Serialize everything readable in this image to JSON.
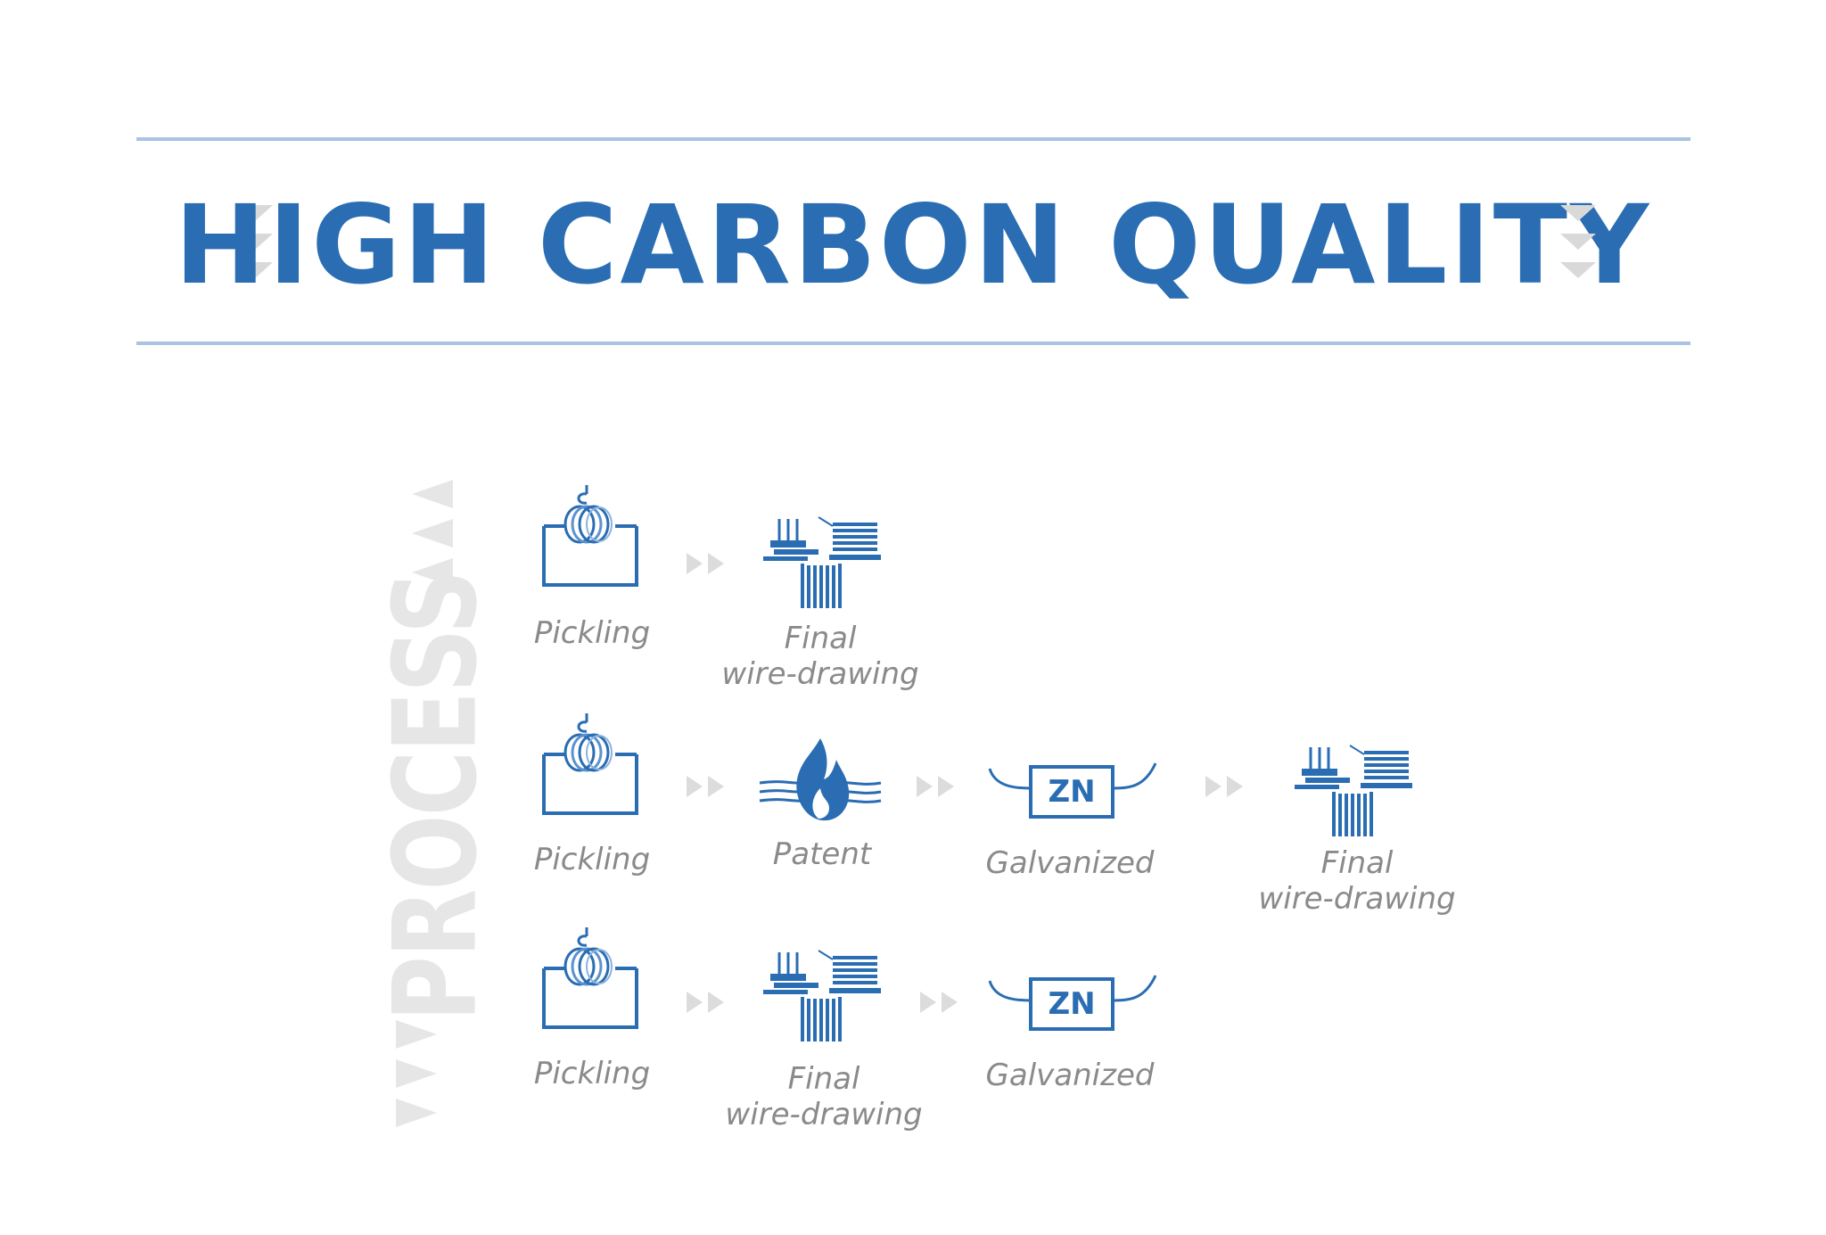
{
  "title": "HIGH CARBON QUALITY",
  "side_label": "PROCESS",
  "colors": {
    "accent": "#2a6db2",
    "rule": "#a9c3e3",
    "label": "#8a8a8a",
    "arrow": "#d9d9d9"
  },
  "rows": [
    {
      "steps": [
        {
          "icon": "pickling-icon",
          "lines": [
            "Pickling"
          ]
        },
        {
          "icon": "wire-drawing-icon",
          "lines": [
            "Final",
            "wire-drawing"
          ]
        }
      ]
    },
    {
      "steps": [
        {
          "icon": "pickling-icon",
          "lines": [
            "Pickling"
          ]
        },
        {
          "icon": "flame-icon",
          "lines": [
            "Patent"
          ]
        },
        {
          "icon": "zinc-bath-icon",
          "lines": [
            "Galvanized"
          ],
          "badge": "ZN"
        },
        {
          "icon": "wire-drawing-icon",
          "lines": [
            "Final",
            "wire-drawing"
          ]
        }
      ]
    },
    {
      "steps": [
        {
          "icon": "pickling-icon",
          "lines": [
            "Pickling"
          ]
        },
        {
          "icon": "wire-drawing-icon",
          "lines": [
            "Final",
            "wire-drawing"
          ]
        },
        {
          "icon": "zinc-bath-icon",
          "lines": [
            "Galvanized"
          ],
          "badge": "ZN"
        }
      ]
    }
  ]
}
